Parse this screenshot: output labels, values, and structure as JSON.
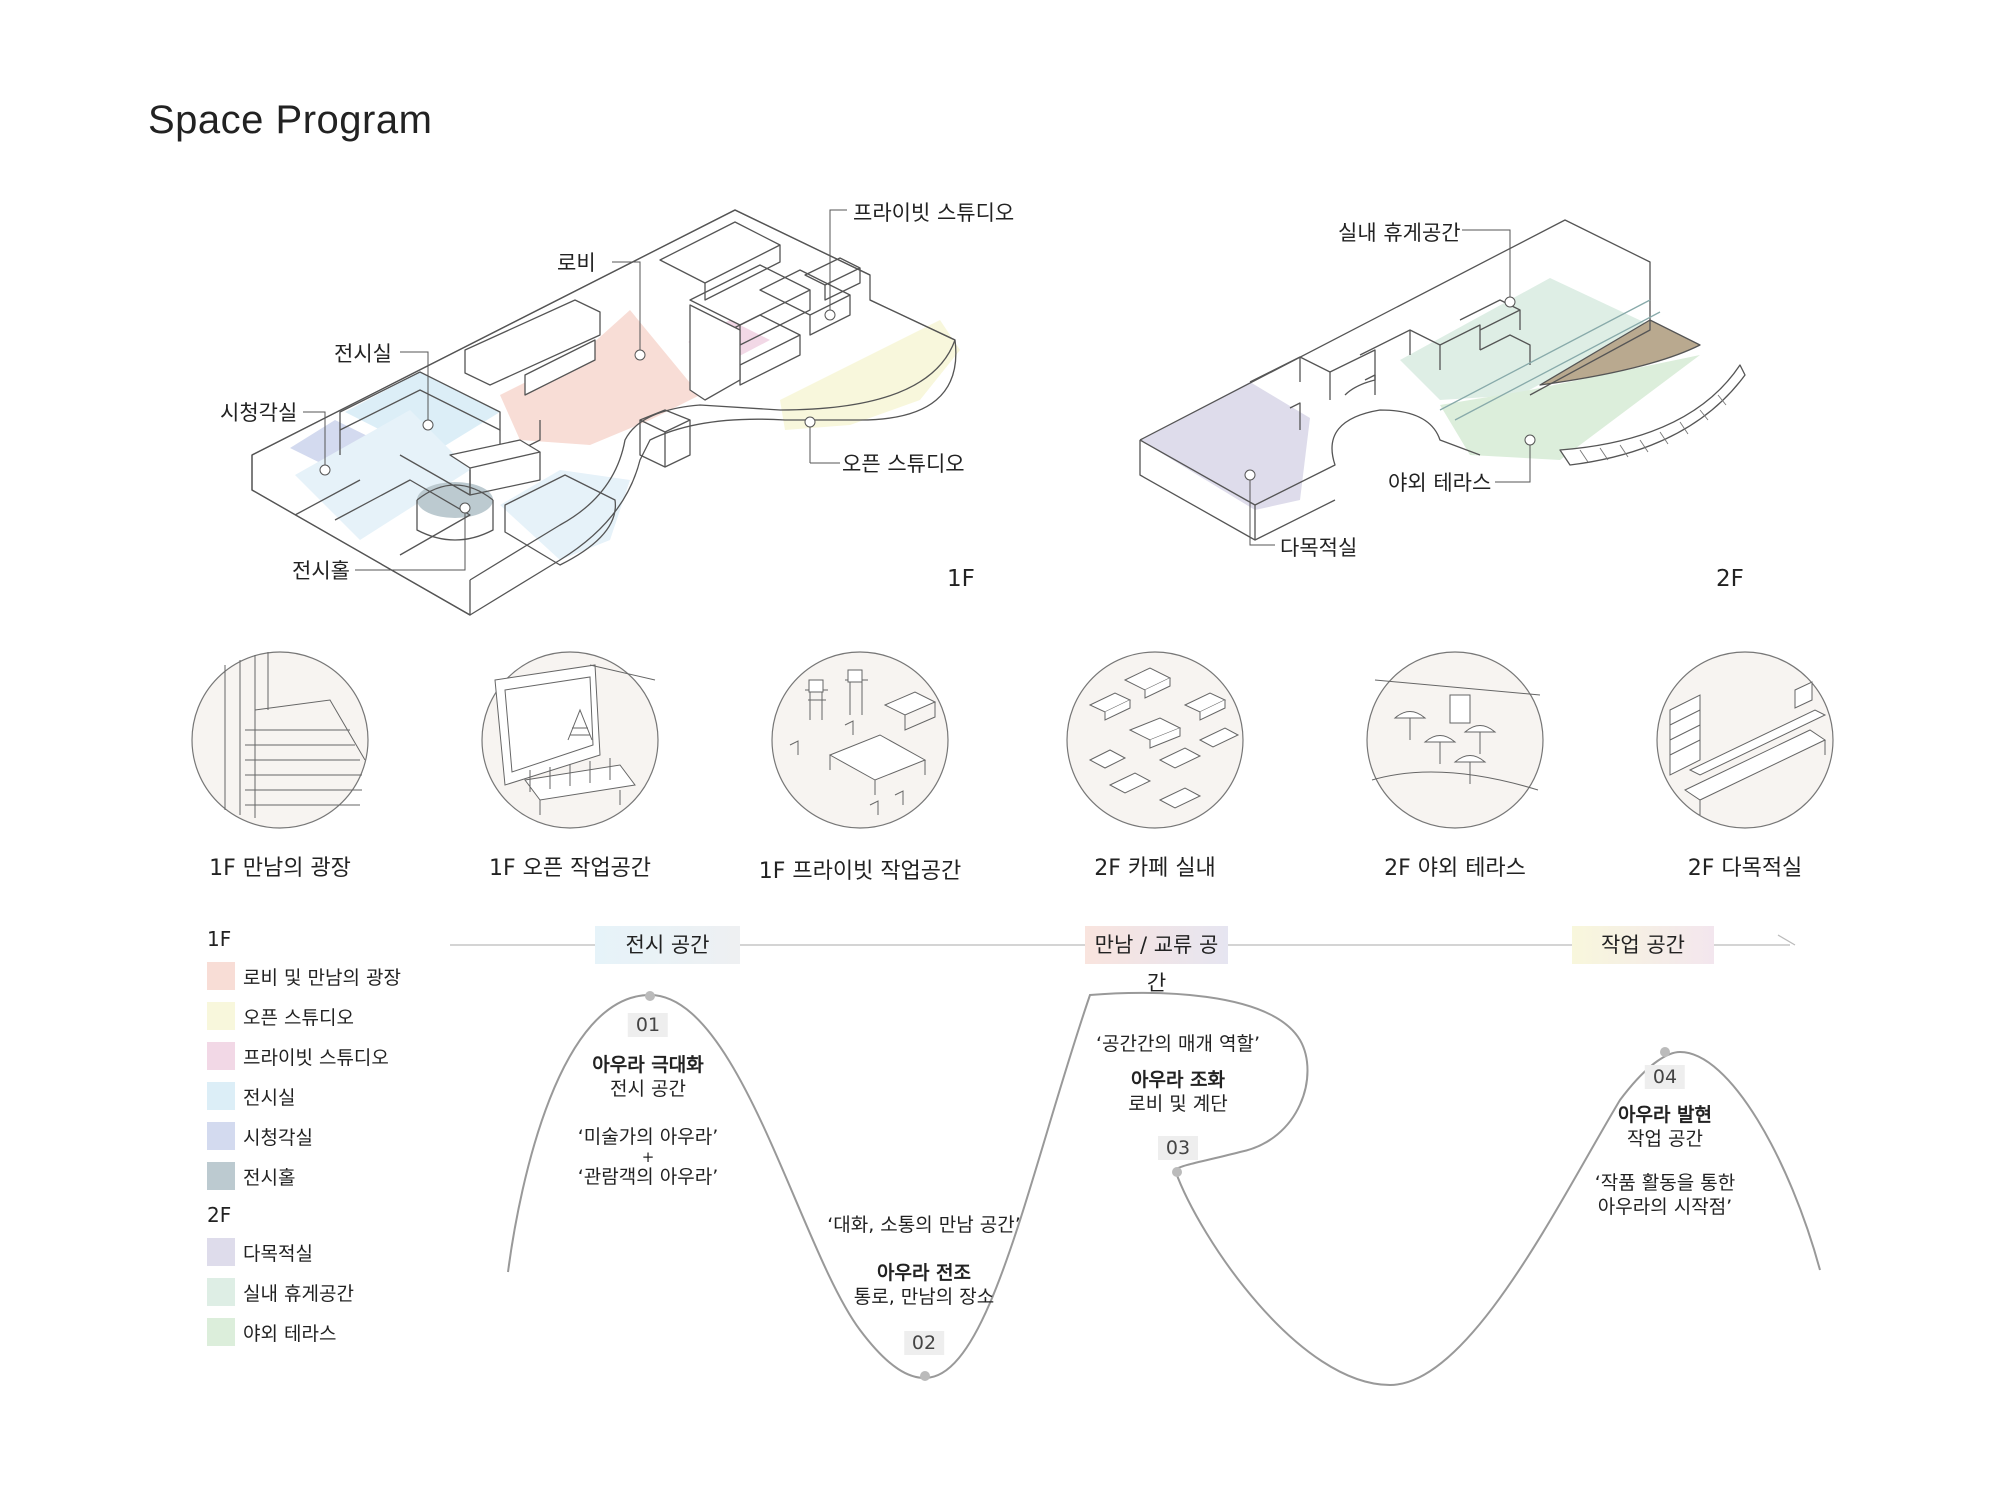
{
  "title": "Space Program",
  "floor1": {
    "label": "1F",
    "callouts": {
      "lobby": "로비",
      "private_studio": "프라이빗 스튜디오",
      "exhibition_room": "전시실",
      "av_room": "시청각실",
      "open_studio": "오픈 스튜디오",
      "exhibition_hall": "전시홀"
    }
  },
  "floor2": {
    "label": "2F",
    "callouts": {
      "indoor_lounge": "실내 휴게공간",
      "outdoor_terrace": "야외 테라스",
      "multipurpose_room": "다목적실"
    }
  },
  "scenes": [
    {
      "caption": "1F 만남의 광장"
    },
    {
      "caption": "1F 오픈 작업공간"
    },
    {
      "caption": "1F 프라이빗 작업공간"
    },
    {
      "caption": "2F 카페 실내"
    },
    {
      "caption": "2F 야외 테라스"
    },
    {
      "caption": "2F 다목적실"
    }
  ],
  "legend": {
    "floor1_heading": "1F",
    "floor1_items": [
      {
        "label": "로비 및 만남의 광장",
        "color": "#f8ddd6"
      },
      {
        "label": "오픈 스튜디오",
        "color": "#f8f7dc"
      },
      {
        "label": "프라이빗 스튜디오",
        "color": "#f2d8e6"
      },
      {
        "label": "전시실",
        "color": "#dceef7"
      },
      {
        "label": "시청각실",
        "color": "#d3daef"
      },
      {
        "label": "전시홀",
        "color": "#bccad0"
      }
    ],
    "floor2_heading": "2F",
    "floor2_items": [
      {
        "label": "다목적실",
        "color": "#dedceb"
      },
      {
        "label": "실내 휴게공간",
        "color": "#deeee5"
      },
      {
        "label": "야외 테라스",
        "color": "#dceedb"
      }
    ]
  },
  "flow": {
    "tags": {
      "exhibition": "전시 공간",
      "meeting_a": "만남",
      "meeting_sep": "/",
      "meeting_b": "교류 공간",
      "work": "작업 공간"
    },
    "stages": [
      {
        "num": "01",
        "title": "아우라 극대화",
        "subtitle": "전시 공간",
        "quote1": "‘미술가의 아우라’",
        "plus": "+",
        "quote2": "‘관람객의 아우라’"
      },
      {
        "num": "02",
        "quote": "‘대화, 소통의 만남 공간’",
        "title": "아우라 전조",
        "subtitle": "통로, 만남의 장소"
      },
      {
        "num": "03",
        "quote": "‘공간간의 매개 역할’",
        "title": "아우라 조화",
        "subtitle": "로비 및 계단"
      },
      {
        "num": "04",
        "title": "아우라 발현",
        "subtitle": "작업 공간",
        "quote1": "‘작품 활동을 통한",
        "quote2": "아우라의 시작점’"
      }
    ]
  }
}
